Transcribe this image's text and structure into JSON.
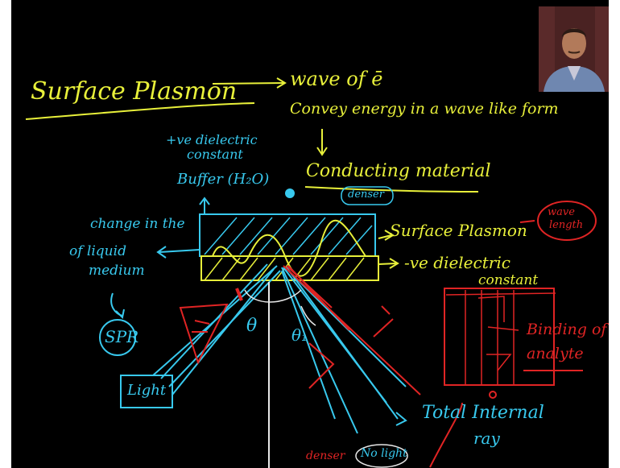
{
  "notes": {
    "title": "Surface Plasmon",
    "wave_def": "wave of ē",
    "convey": "Convey energy in a wave like form",
    "conducting": "Conducting material",
    "pos_dielectric_1": "+ve dielectric",
    "pos_dielectric_2": "constant",
    "buffer": "Buffer (H₂O)",
    "denser": "denser",
    "surface_plasmon": "Surface Plasmon",
    "wavelength_1": "wave",
    "wavelength_2": "length",
    "change_1": "change in the",
    "change_2": "of liquid",
    "change_3": "medium",
    "neg_dielectric": "-ve dielectric",
    "constant": "constant",
    "spr": "SPR",
    "light": "Light",
    "theta": "θ",
    "theta_1": "θ₁",
    "binding_1": "Binding of",
    "binding_2": "analyte",
    "total_internal": "Total Internal",
    "ray": "ray",
    "no_light": "No light",
    "denser_bottom": "denser"
  },
  "colors": {
    "yellow": "#e8f03a",
    "cyan": "#38c9ee",
    "red": "#e02424",
    "background": "#000000"
  }
}
